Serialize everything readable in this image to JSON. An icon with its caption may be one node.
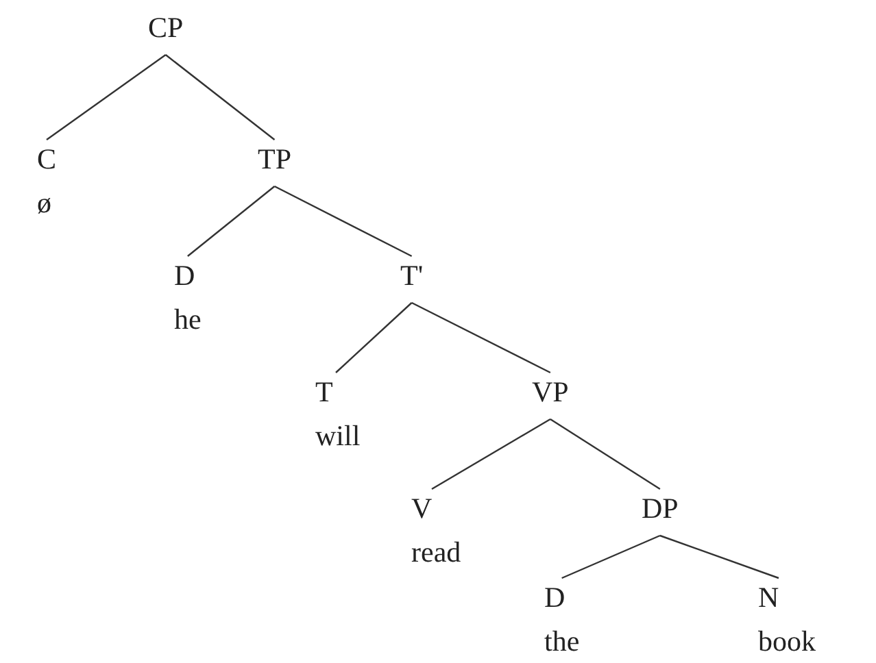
{
  "diagram": {
    "nodes": [
      {
        "text": [
          "CP"
        ]
      },
      {
        "text": [
          "C",
          "ø"
        ]
      },
      {
        "text": [
          "TP"
        ]
      },
      {
        "text": [
          "D",
          "he"
        ]
      },
      {
        "text": [
          "T'"
        ]
      },
      {
        "text": [
          "T",
          "will"
        ]
      },
      {
        "text": [
          "VP"
        ]
      },
      {
        "text": [
          "V",
          "read"
        ]
      },
      {
        "text": [
          "DP"
        ]
      },
      {
        "text": [
          "D",
          "the"
        ]
      },
      {
        "text": [
          "N",
          "book"
        ]
      }
    ],
    "edges": [
      {
        "from": 0,
        "to": 1,
        "arrow": "none"
      },
      {
        "from": 0,
        "to": 2,
        "arrow": "none"
      },
      {
        "from": 2,
        "to": 3,
        "arrow": "none"
      },
      {
        "from": 2,
        "to": 4,
        "arrow": "none"
      },
      {
        "from": 4,
        "to": 5,
        "arrow": "none"
      },
      {
        "from": 4,
        "to": 6,
        "arrow": "none"
      },
      {
        "from": 6,
        "to": 7,
        "arrow": "none"
      },
      {
        "from": 6,
        "to": 8,
        "arrow": "none"
      },
      {
        "from": 8,
        "to": 9,
        "arrow": "none"
      },
      {
        "from": 8,
        "to": 10,
        "arrow": "none"
      }
    ]
  }
}
